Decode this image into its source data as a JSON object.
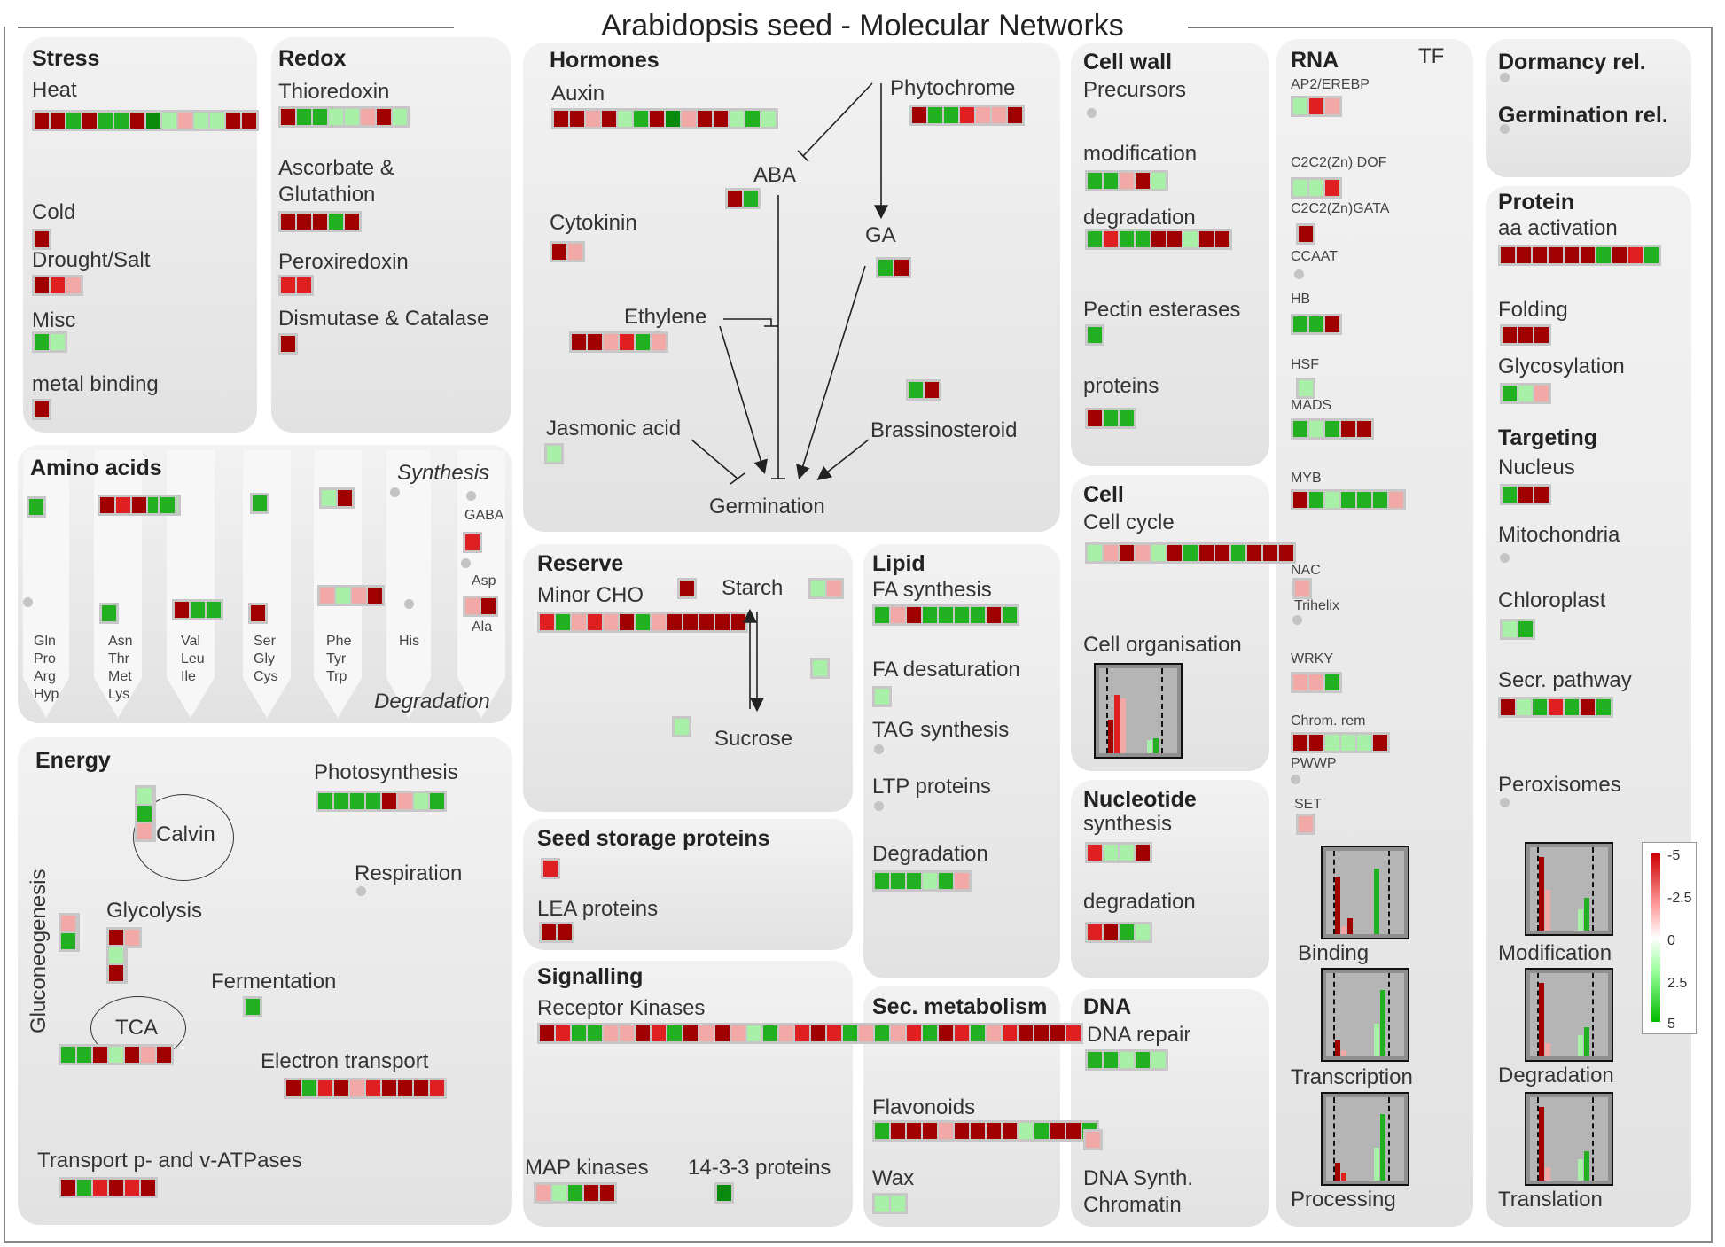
{
  "title": "Arabidopsis seed - Molecular Networks",
  "colors": {
    "r": "#a00000",
    "R": "#e02020",
    "p": "#f3a8a8",
    "l": "#a8f0a8",
    "g": "#20b020",
    "G": "#0a8a0a"
  },
  "panels": {
    "stress": {
      "title": "Stress",
      "items": [
        "Heat",
        "Cold",
        "Drought/Salt",
        "Misc",
        "metal binding"
      ]
    },
    "redox": {
      "title": "Redox",
      "items": [
        "Thioredoxin",
        "Ascorbate &",
        "Glutathion",
        "Peroxiredoxin",
        "Dismutase & Catalase"
      ]
    },
    "hormones": {
      "title": "Hormones",
      "items": [
        "Auxin",
        "Phytochrome",
        "ABA",
        "GA",
        "Cytokinin",
        "Ethylene",
        "Jasmonic acid",
        "Brassinosteroid",
        "Germination"
      ]
    },
    "cell_wall": {
      "title": "Cell wall",
      "items": [
        "Precursors",
        "modification",
        "degradation",
        "Pectin esterases",
        "proteins"
      ]
    },
    "rna": {
      "title": "RNA",
      "tf": "TF",
      "items": [
        "AP2/EREBP",
        "C2C2(Zn) DOF",
        "C2C2(Zn)GATA",
        "CCAAT",
        "HB",
        "HSF",
        "MADS",
        "MYB",
        "NAC",
        "Trihelix",
        "WRKY",
        "Chrom. rem",
        "PWWP",
        "SET"
      ],
      "plots": [
        "Binding",
        "Transcription",
        "Processing"
      ]
    },
    "dormancy": {
      "items": [
        "Dormancy rel.",
        "Germination rel."
      ]
    },
    "protein": {
      "title": "Protein",
      "items": [
        "aa activation",
        "Folding",
        "Glycosylation"
      ],
      "targeting": "Targeting",
      "targets": [
        "Nucleus",
        "Mitochondria",
        "Chloroplast",
        "Secr. pathway",
        "Peroxisomes"
      ],
      "plots": [
        "Modification",
        "Degradation",
        "Translation"
      ]
    },
    "amino": {
      "title": "Amino acids",
      "synthesis": "Synthesis",
      "degradation": "Degradation",
      "gaba": "GABA",
      "asp": "Asp",
      "ala": "Ala",
      "cols": [
        [
          "Gln",
          "Pro",
          "Arg",
          "Hyp"
        ],
        [
          "Asn",
          "Thr",
          "Met",
          "Lys"
        ],
        [
          "Val",
          "Leu",
          "Ile"
        ],
        [
          "Ser",
          "Gly",
          "Cys"
        ],
        [
          "Phe",
          "Tyr",
          "Trp"
        ],
        [
          "His"
        ]
      ]
    },
    "reserve": {
      "title": "Reserve",
      "items": [
        "Minor CHO",
        "Starch",
        "Sucrose"
      ]
    },
    "lipid": {
      "title": "Lipid",
      "items": [
        "FA synthesis",
        "FA desaturation",
        "TAG synthesis",
        "LTP proteins",
        "Degradation"
      ]
    },
    "cell": {
      "title": "Cell",
      "items": [
        "Cell cycle",
        "Cell organisation"
      ]
    },
    "nucleotide": {
      "title": "Nucleotide",
      "items": [
        "synthesis",
        "degradation"
      ]
    },
    "energy": {
      "title": "Energy",
      "items": [
        "Photosynthesis",
        "Calvin",
        "Respiration",
        "Glycolysis",
        "Gluconeogenesis",
        "Fermentation",
        "TCA",
        "Electron transport",
        "Transport p- and v-ATPases"
      ]
    },
    "seed_storage": {
      "title": "Seed storage proteins",
      "items": [
        "LEA proteins"
      ]
    },
    "signalling": {
      "title": "Signalling",
      "items": [
        "Receptor Kinases",
        "MAP kinases",
        "14-3-3 proteins"
      ]
    },
    "sec_met": {
      "title": "Sec. metabolism",
      "items": [
        "Flavonoids",
        "Wax"
      ]
    },
    "dna": {
      "title": "DNA",
      "items": [
        "DNA repair",
        "DNA Synth.",
        "Chromatin"
      ]
    }
  },
  "legend": {
    "ticks": [
      "-5",
      "-2.5",
      "0",
      "2.5",
      "5"
    ]
  }
}
